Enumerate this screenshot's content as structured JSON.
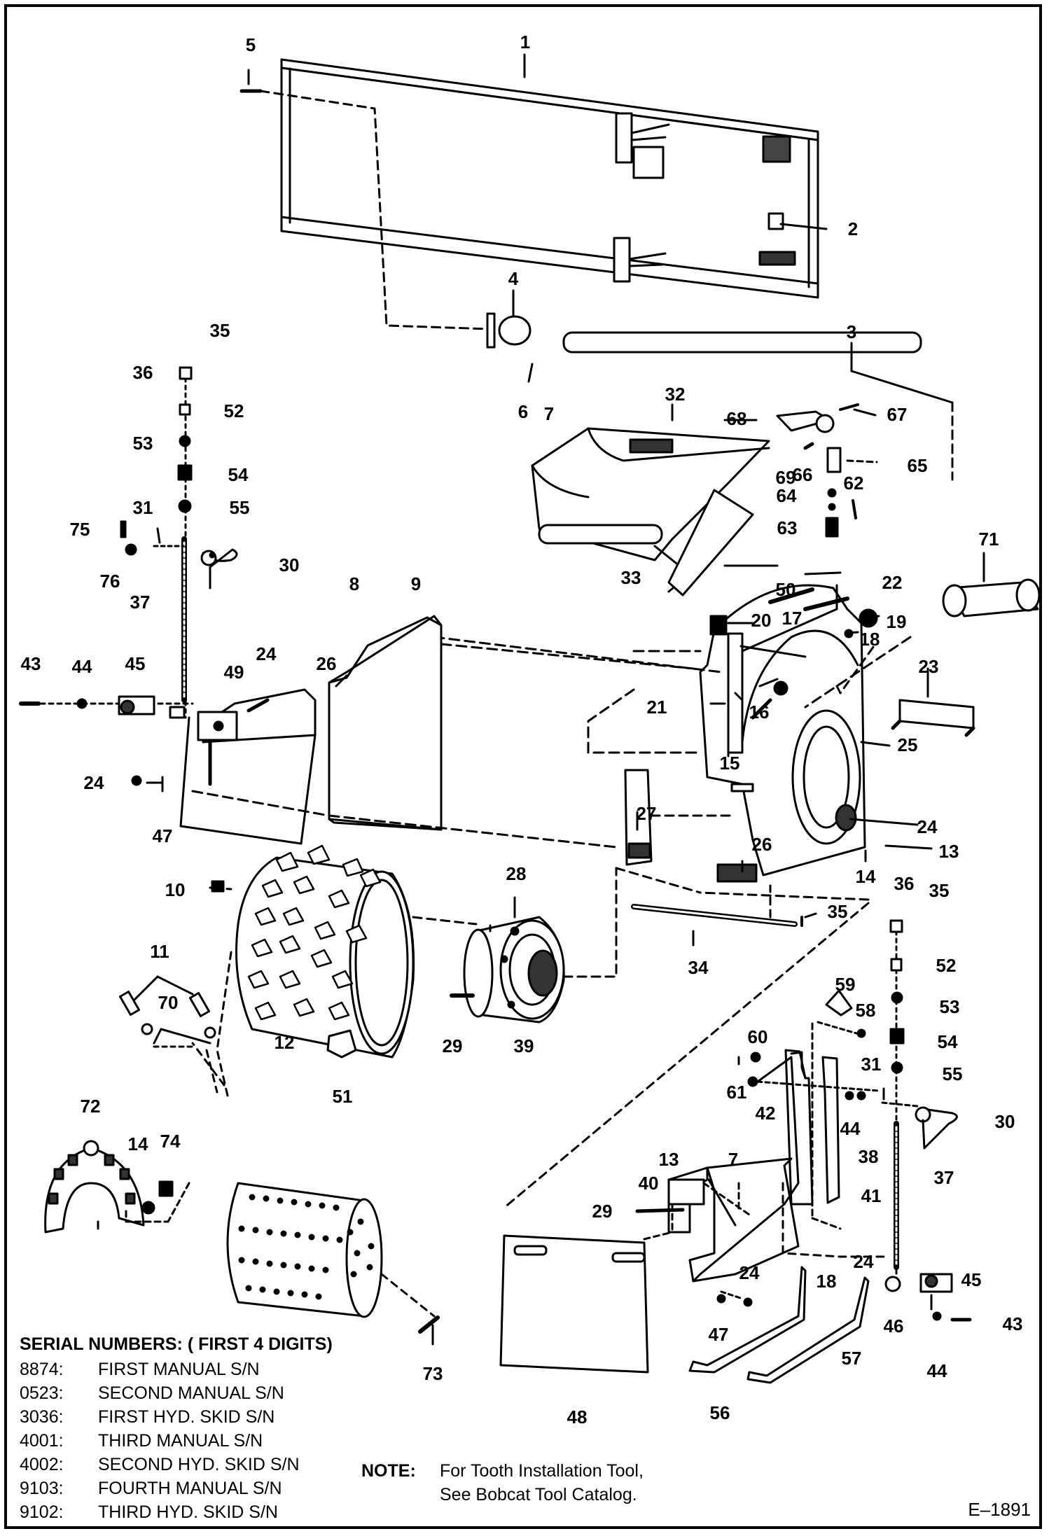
{
  "figure_id": "E–1891",
  "serial_numbers": {
    "heading": "SERIAL NUMBERS: ( FIRST 4 DIGITS)",
    "rows": [
      {
        "code": "8874:",
        "desc": "FIRST MANUAL S/N"
      },
      {
        "code": "0523:",
        "desc": "SECOND MANUAL S/N"
      },
      {
        "code": "3036:",
        "desc": "FIRST HYD. SKID S/N"
      },
      {
        "code": "4001:",
        "desc": "THIRD MANUAL S/N"
      },
      {
        "code": "4002:",
        "desc": "SECOND HYD. SKID S/N"
      },
      {
        "code": "9103:",
        "desc": "FOURTH MANUAL S/N"
      },
      {
        "code": "9102:",
        "desc": "THIRD HYD. SKID S/N"
      }
    ]
  },
  "note": {
    "label": "NOTE:",
    "line1": "For Tooth Installation Tool,",
    "line2": "See Bobcat Tool Catalog."
  },
  "callouts": {
    "c1": "1",
    "c2": "2",
    "c3": "3",
    "c4": "4",
    "c5": "5",
    "c6": "6",
    "c7": "7",
    "c8": "8",
    "c9": "9",
    "c10": "10",
    "c11": "11",
    "c12": "12",
    "c13": "13",
    "c14": "14",
    "c15": "15",
    "c16": "16",
    "c17": "17",
    "c18": "18",
    "c19": "19",
    "c20": "20",
    "c21": "21",
    "c22": "22",
    "c23": "23",
    "c24": "24",
    "c25": "25",
    "c26": "26",
    "c27": "27",
    "c28": "28",
    "c29": "29",
    "c30": "30",
    "c31": "31",
    "c32": "32",
    "c33": "33",
    "c34": "34",
    "c35": "35",
    "c36": "36",
    "c37": "37",
    "c38": "38",
    "c39": "39",
    "c40": "40",
    "c41": "41",
    "c42": "42",
    "c43": "43",
    "c44": "44",
    "c45": "45",
    "c46": "46",
    "c47": "47",
    "c48": "48",
    "c49": "49",
    "c50": "50",
    "c51": "51",
    "c52": "52",
    "c53": "53",
    "c54": "54",
    "c55": "55",
    "c56": "56",
    "c57": "57",
    "c58": "58",
    "c59": "59",
    "c60": "60",
    "c61": "61",
    "c62": "62",
    "c63": "63",
    "c64": "64",
    "c65": "65",
    "c66": "66",
    "c67": "67",
    "c68": "68",
    "c69": "69",
    "c70": "70",
    "c71": "71",
    "c72": "72",
    "c73": "73",
    "c74": "74",
    "c75": "75",
    "c76": "76"
  }
}
